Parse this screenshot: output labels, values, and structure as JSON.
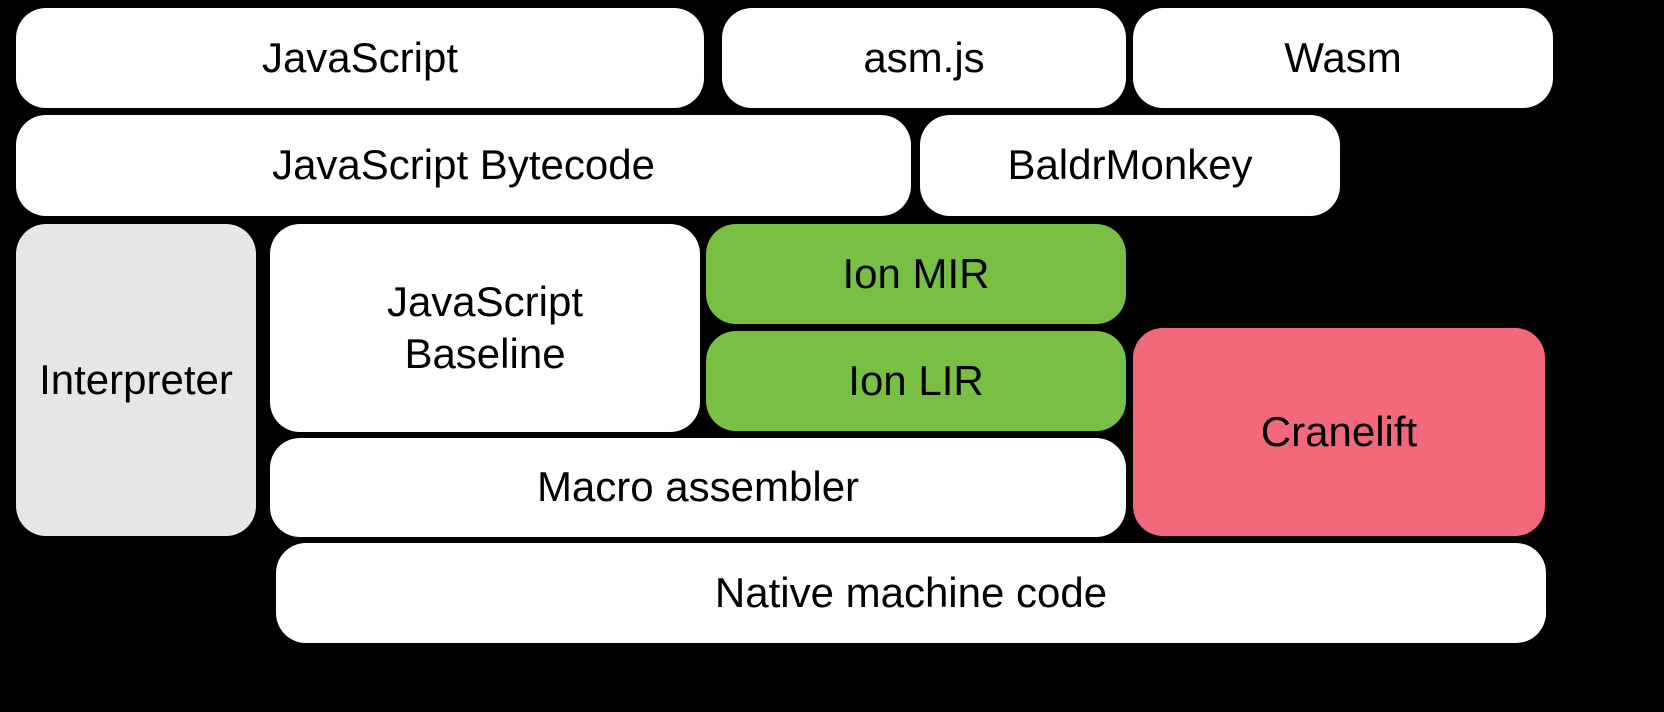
{
  "diagram": {
    "background_color": "#000000",
    "palette": {
      "white": "#ffffff",
      "gray": "#e6e6e6",
      "green": "#77c043",
      "red": "#f2697c"
    },
    "boxes": {
      "javascript": {
        "label": "JavaScript",
        "color": "#ffffff"
      },
      "asmjs": {
        "label": "asm.js",
        "color": "#ffffff"
      },
      "wasm": {
        "label": "Wasm",
        "color": "#ffffff"
      },
      "bytecode": {
        "label": "JavaScript Bytecode",
        "color": "#ffffff"
      },
      "baldrmonkey": {
        "label": "BaldrMonkey",
        "color": "#ffffff"
      },
      "interpreter": {
        "label": "Interpreter",
        "color": "#e6e6e6"
      },
      "baseline": {
        "label": "JavaScript\nBaseline",
        "color": "#ffffff"
      },
      "ion_mir": {
        "label": "Ion MIR",
        "color": "#77c043"
      },
      "ion_lir": {
        "label": "Ion LIR",
        "color": "#77c043"
      },
      "cranelift": {
        "label": "Cranelift",
        "color": "#f2697c"
      },
      "macro_assembler": {
        "label": "Macro assembler",
        "color": "#ffffff"
      },
      "native": {
        "label": "Native machine code",
        "color": "#ffffff"
      }
    }
  }
}
